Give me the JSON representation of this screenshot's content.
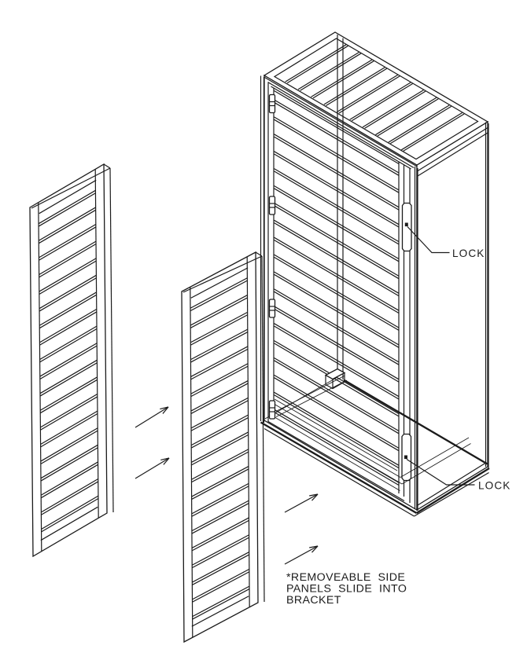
{
  "drawing": {
    "type": "isometric exploded assembly wireframe",
    "colors": {
      "line": "#1b1b1b",
      "background": "#ffffff"
    },
    "labels": {
      "lock_top": "LOCK",
      "lock_bottom": "LOCK"
    },
    "note": {
      "line1": "*REMOVEABLE SIDE",
      "line2": "PANELS SLIDE INTO",
      "line3": "BRACKET"
    },
    "icons": {
      "slide_arrow": "diagonal-arrow-up-right"
    }
  }
}
